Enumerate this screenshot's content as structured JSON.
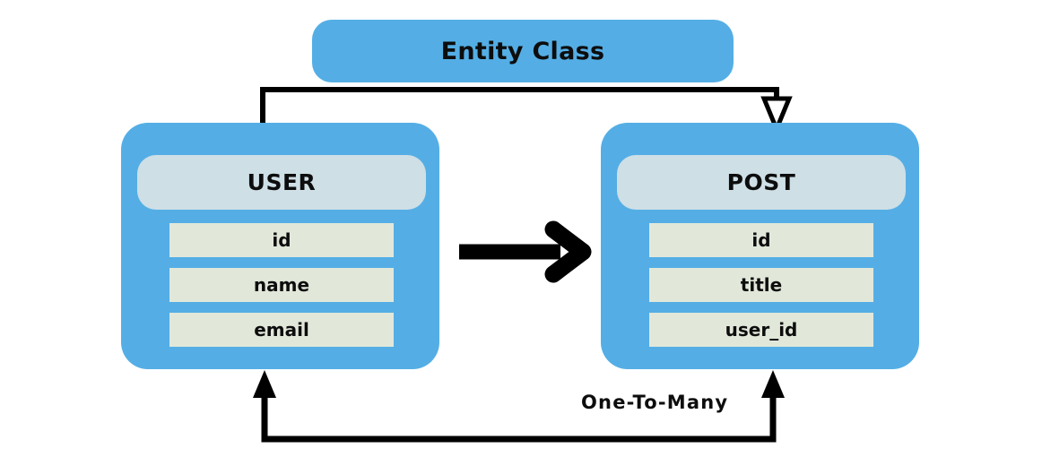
{
  "diagram": {
    "title": "Entity Class",
    "colors": {
      "entity_fill": "#54aee5",
      "header_fill": "#cedfe6",
      "field_fill": "#e1e8da",
      "connector": "#000000",
      "background": "#ffffff"
    },
    "entities": [
      {
        "name": "USER",
        "fields": [
          {
            "label": "id"
          },
          {
            "label": "name"
          },
          {
            "label": "email"
          }
        ]
      },
      {
        "name": "POST",
        "fields": [
          {
            "label": "id"
          },
          {
            "label": "title"
          },
          {
            "label": "user_id"
          }
        ]
      }
    ],
    "connectors": {
      "inheritance": {
        "label": "",
        "arrow_style": "hollow-triangle",
        "from": "Entity Class",
        "to": "POST"
      },
      "association": {
        "label": "",
        "arrow_style": "solid-arrow",
        "from": "USER",
        "to": "POST"
      },
      "relationship": {
        "label": "One-To-Many",
        "arrow_style": "solid-triangle-both",
        "from": "USER",
        "to": "POST"
      }
    }
  }
}
